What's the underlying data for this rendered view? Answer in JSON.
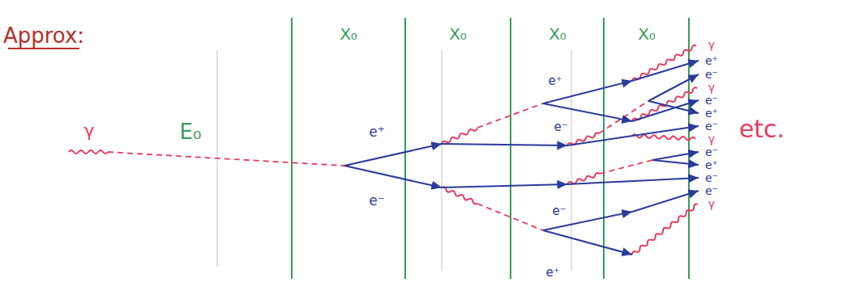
{
  "diagram": {
    "labels": [
      "Approx:",
      "X₀",
      "X₀",
      "X₀",
      "X₀",
      "γ",
      "E₀",
      "e⁺",
      "e⁻",
      "e⁺",
      "e⁻",
      "e⁻",
      "e⁺",
      "γ",
      "e⁺",
      "e⁻",
      "γ",
      "e⁻",
      "e⁺",
      "e⁻",
      "γ",
      "e⁻",
      "e⁺",
      "e⁻",
      "e⁻",
      "γ",
      "etc."
    ]
  }
}
